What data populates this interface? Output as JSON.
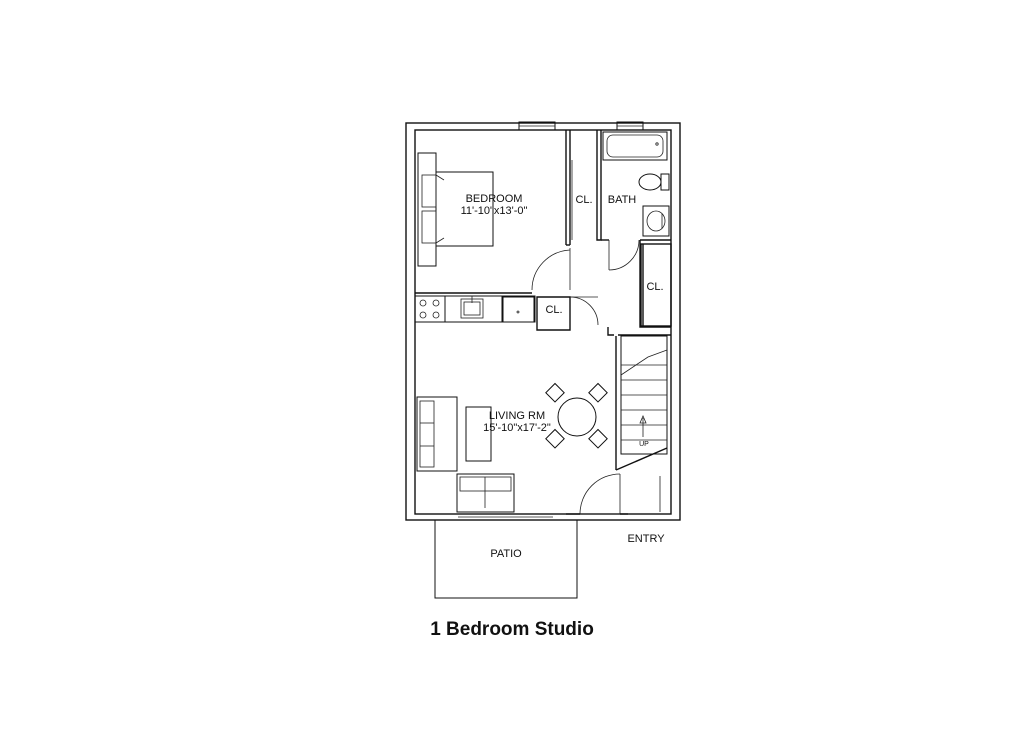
{
  "title": "1 Bedroom Studio",
  "rooms": {
    "bedroom": {
      "name": "BEDROOM",
      "size": "11'-10\"x13'-0\""
    },
    "living": {
      "name": "LIVING RM",
      "size": "15'-10\"x17'-2\""
    },
    "bath": {
      "name": "BATH"
    },
    "closet_bedroom": {
      "name": "CL."
    },
    "closet_hall": {
      "name": "CL."
    },
    "closet_kitchen": {
      "name": "CL."
    },
    "patio": {
      "name": "PATIO"
    },
    "entry": {
      "name": "ENTRY"
    },
    "stairs": {
      "name": "UP"
    }
  },
  "colors": {
    "line": "#111111",
    "background": "#ffffff"
  }
}
